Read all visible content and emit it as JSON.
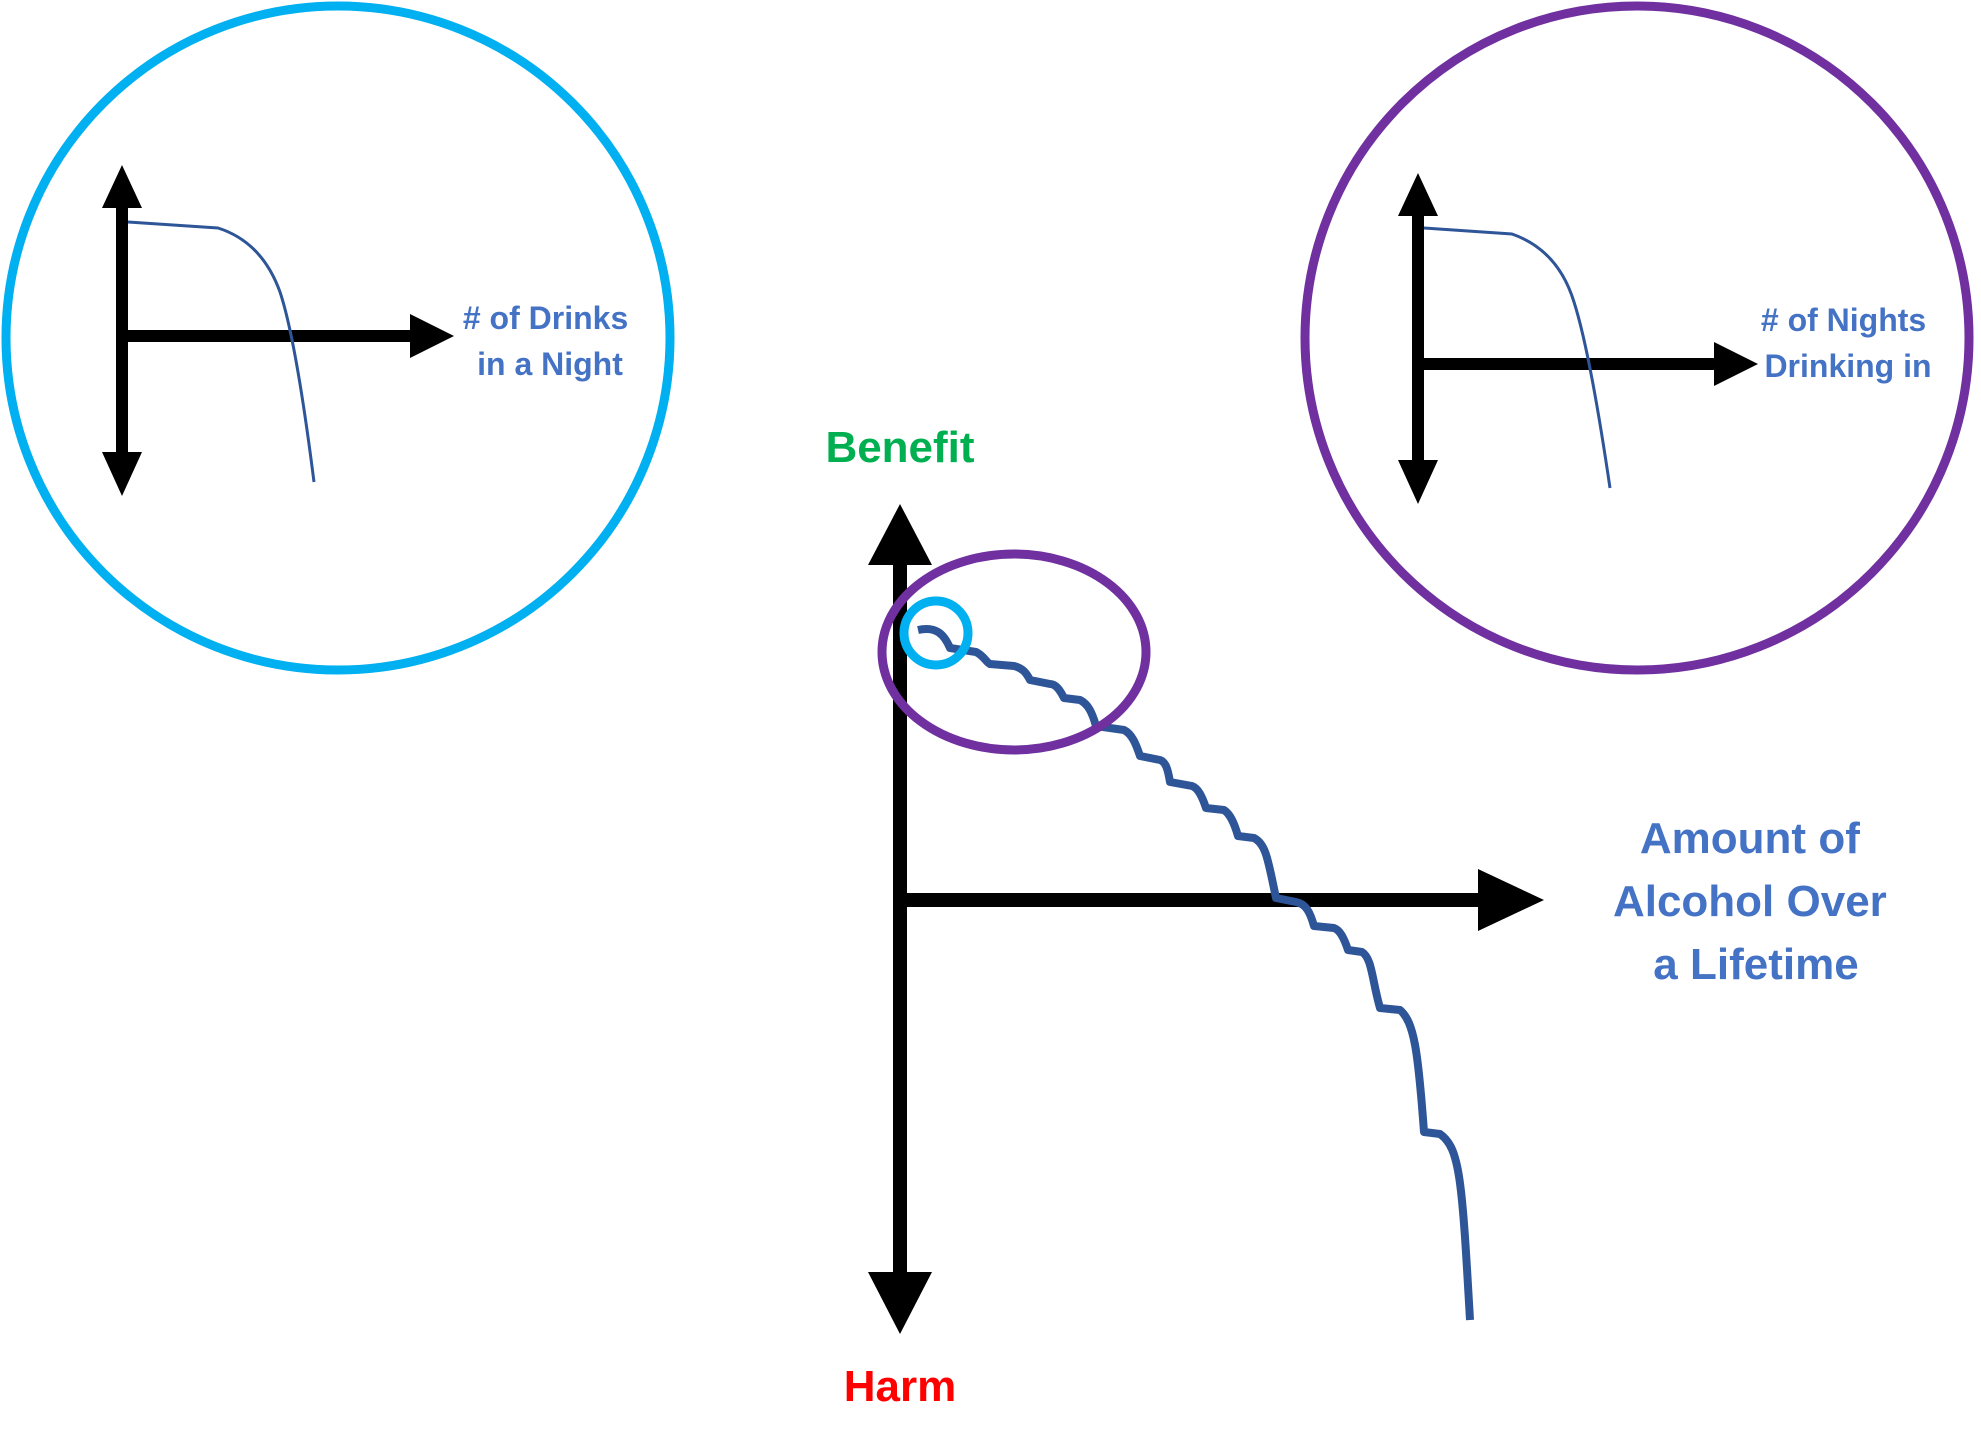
{
  "colors": {
    "axis": "#000000",
    "curve": "#2E5597",
    "label_blue": "#4472C4",
    "benefit": "#00B050",
    "harm": "#FF0000",
    "circle_night": "#00B0F0",
    "circle_nights": "#7030A0"
  },
  "main": {
    "benefit_label": "Benefit",
    "harm_label": "Harm",
    "x_label_lines": [
      "Amount of",
      "Alcohol Over",
      "a Lifetime"
    ]
  },
  "inset_night": {
    "label_lines": [
      "# of Drinks",
      "in a Night"
    ]
  },
  "inset_nights": {
    "label_lines": [
      "# of Nights",
      "Drinking in"
    ]
  }
}
